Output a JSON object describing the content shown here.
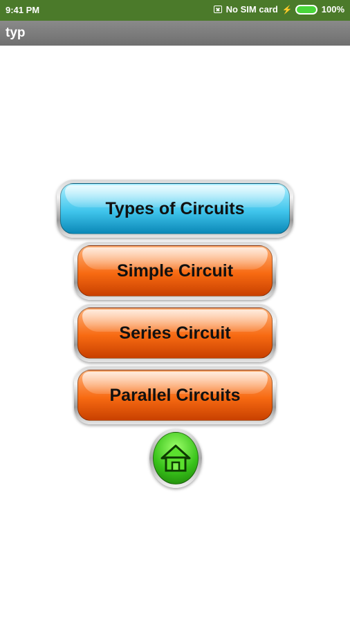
{
  "status_bar": {
    "time": "9:41 PM",
    "sim_text": "No SIM card",
    "battery": "100%",
    "battery_level": 1.0,
    "sim_icon": "no-sim-icon",
    "charging_icon": "bolt-icon"
  },
  "app_bar": {
    "title": "typ"
  },
  "menu": {
    "buttons": [
      {
        "label": "Types of Circuits",
        "color": "#40c5ec"
      },
      {
        "label": "Simple Circuit",
        "color": "#f76a12"
      },
      {
        "label": "Series Circuit",
        "color": "#f76a12"
      },
      {
        "label": "Parallel Circuits",
        "color": "#f76a12"
      }
    ],
    "home_icon": "home-icon",
    "home_color": "#38c21a"
  }
}
